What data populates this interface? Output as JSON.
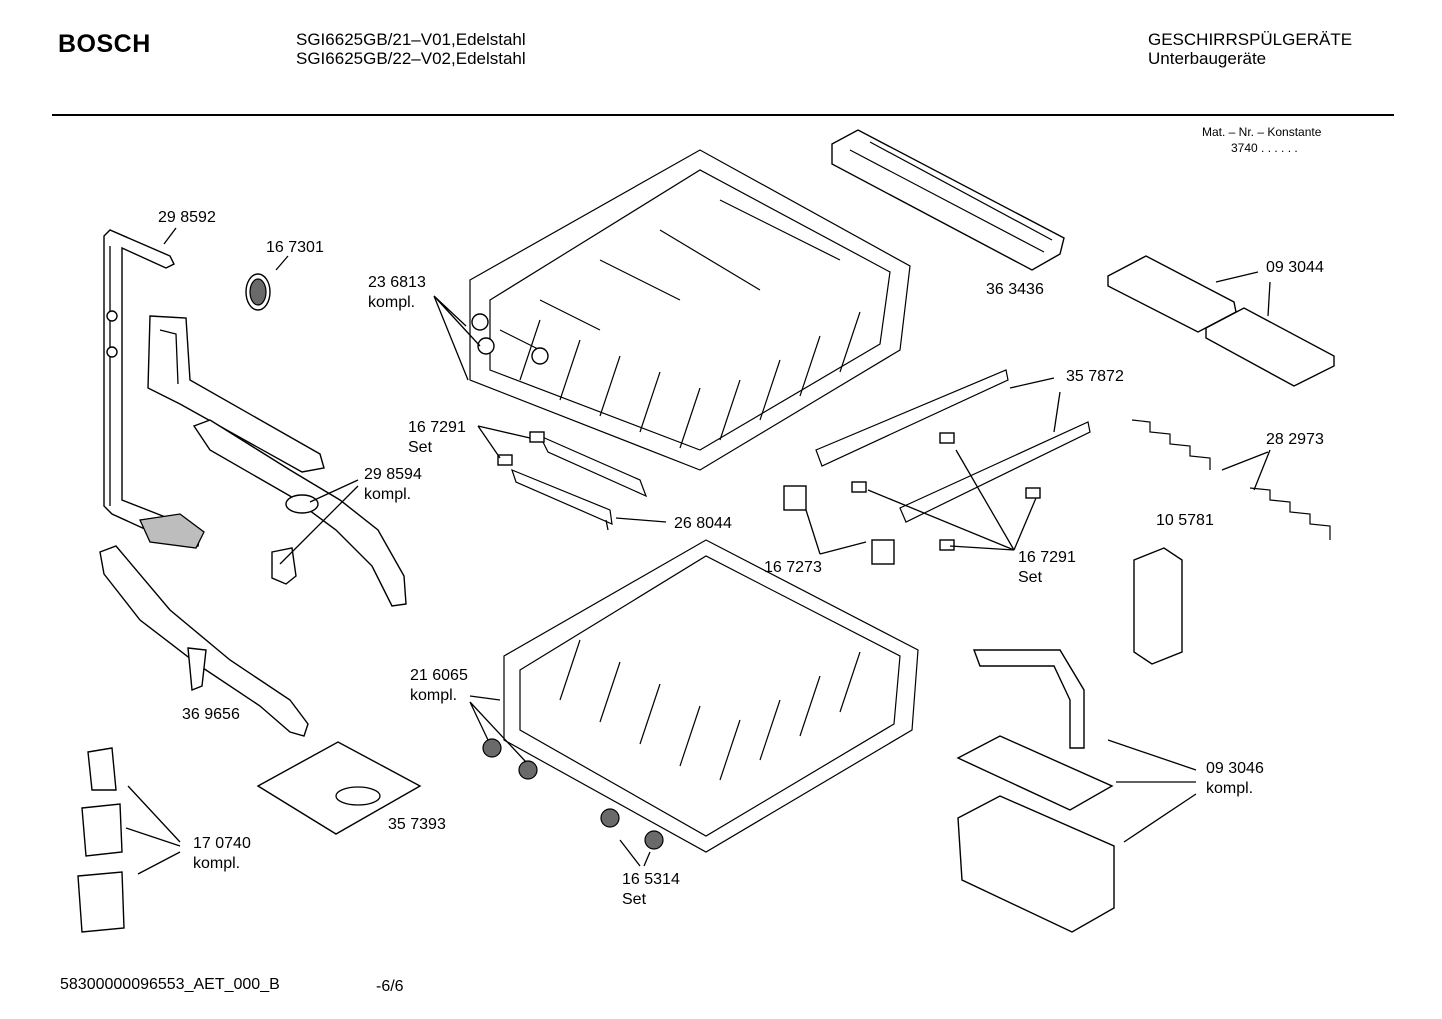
{
  "header": {
    "brand": "BOSCH",
    "model_lines": [
      "SGI6625GB/21–V01,Edelstahl",
      "SGI6625GB/22–V02,Edelstahl"
    ],
    "category_lines": [
      "GESCHIRRSPÜLGERÄTE",
      "Unterbaugeräte"
    ]
  },
  "material_constant": {
    "label": "Mat. – Nr. – Konstante",
    "value": "3740 .  .    .  .  .  ."
  },
  "part_labels": [
    {
      "id": "298592",
      "lines": [
        "29 8592"
      ]
    },
    {
      "id": "167301",
      "lines": [
        "16 7301"
      ]
    },
    {
      "id": "236813",
      "lines": [
        "23 6813",
        "kompl."
      ]
    },
    {
      "id": "363436",
      "lines": [
        "36 3436"
      ]
    },
    {
      "id": "093044",
      "lines": [
        "09 3044"
      ]
    },
    {
      "id": "357872",
      "lines": [
        "35 7872"
      ]
    },
    {
      "id": "167291a",
      "lines": [
        "16 7291",
        "Set"
      ]
    },
    {
      "id": "298594",
      "lines": [
        "29 8594",
        "kompl."
      ]
    },
    {
      "id": "268044",
      "lines": [
        "26 8044"
      ]
    },
    {
      "id": "282973",
      "lines": [
        "28 2973"
      ]
    },
    {
      "id": "105781",
      "lines": [
        "10 5781"
      ]
    },
    {
      "id": "167273",
      "lines": [
        "16 7273"
      ]
    },
    {
      "id": "167291b",
      "lines": [
        "16 7291",
        "Set"
      ]
    },
    {
      "id": "216065",
      "lines": [
        "21 6065",
        "kompl."
      ]
    },
    {
      "id": "369656",
      "lines": [
        "36 9656"
      ]
    },
    {
      "id": "093046",
      "lines": [
        "09 3046",
        "kompl."
      ]
    },
    {
      "id": "357393",
      "lines": [
        "35 7393"
      ]
    },
    {
      "id": "170740",
      "lines": [
        "17 0740",
        "kompl."
      ]
    },
    {
      "id": "165314",
      "lines": [
        "16 5314",
        "Set"
      ]
    }
  ],
  "footer": {
    "doc_id": "58300000096553_AET_000_B",
    "page": "-6/6"
  }
}
